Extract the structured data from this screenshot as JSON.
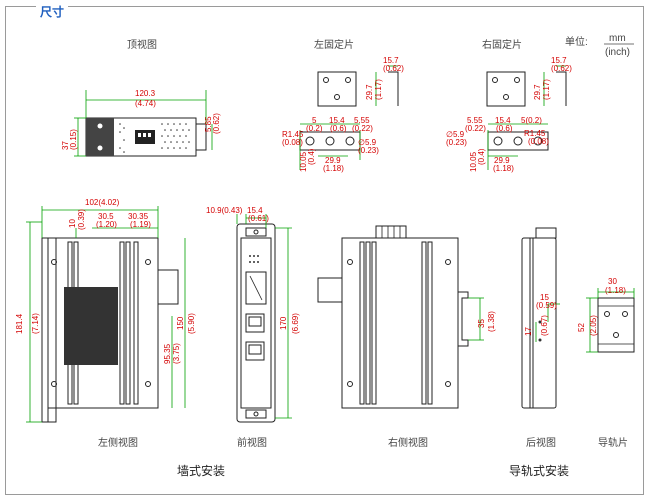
{
  "section_title": "尺寸",
  "unit": {
    "label": "单位:",
    "primary": "mm",
    "secondary": "(inch)"
  },
  "views": {
    "top": "顶视图",
    "left_bracket": "左固定片",
    "right_bracket": "右固定片",
    "left_side": "左侧视图",
    "front": "前视图",
    "right_side": "右侧视图",
    "back": "后视图",
    "rail": "导轨片"
  },
  "mounting": {
    "wall": "墙式安装",
    "din": "导轨式安装"
  },
  "dims": {
    "top_width": "120.3",
    "top_width_in": "(4.74)",
    "top_height": "37",
    "top_height_in": "(0.15)",
    "top_side": "5.85",
    "top_side_in": "(0.62)",
    "lb_w": "15.7",
    "lb_w_in": "(0.62)",
    "lb_h": "29.7",
    "lb_h_in": "(1.17)",
    "lb_5": "5",
    "lb_5_in": "(0.2)",
    "lb_154": "15.4",
    "lb_154_in": "(0.6)",
    "lb_555": "5.55",
    "lb_555_in": "(0.22)",
    "lb_r": "R1.45",
    "lb_r_in": "(0.08)",
    "lb_d": "∅5.9",
    "lb_d_in": "(0.23)",
    "lb_1005": "10.05",
    "lb_1005_in": "(0.4)",
    "lb_299": "29.9",
    "lb_299_in": "(1.18)",
    "rb_w": "15.7",
    "rb_w_in": "(0.62)",
    "rb_h": "29.7",
    "rb_h_in": "(1.17)",
    "rb_555": "5.55",
    "rb_555_in": "(0.22)",
    "rb_154": "15.4",
    "rb_154_in": "(0.6)",
    "rb_5": "5(0.2)",
    "rb_d": "∅5.9",
    "rb_d_in": "(0.23)",
    "rb_r": "R1.45",
    "rb_r_in": "(0.08)",
    "rb_1005": "10.05",
    "rb_1005_in": "(0.4)",
    "rb_299": "29.9",
    "rb_299_in": "(1.18)",
    "ls_102": "102(4.02)",
    "ls_10": "10",
    "ls_10_in": "(0.39)",
    "ls_305": "30.5",
    "ls_305_in": "(1.20)",
    "ls_3035": "30.35",
    "ls_3035_in": "(1.19)",
    "ls_1814": "181.4",
    "ls_1814_in": "(7.14)",
    "ls_150": "150",
    "ls_150_in": "(5.90)",
    "ls_9535": "95.35",
    "ls_9535_in": "(3.75)",
    "fv_109": "10.9(0.43)",
    "fv_154": "15.4",
    "fv_154_in": "(0.61)",
    "fv_170": "170",
    "fv_170_in": "(6.69)",
    "rs_35": "35",
    "rs_35_in": "(1.38)",
    "bv_15": "15",
    "bv_15_in": "(0.59)",
    "bv_17": "17",
    "bv_17_in": "(0.67)",
    "rl_30": "30",
    "rl_30_in": "(1.18)",
    "rl_52": "52",
    "rl_52_in": "(2.05)"
  }
}
